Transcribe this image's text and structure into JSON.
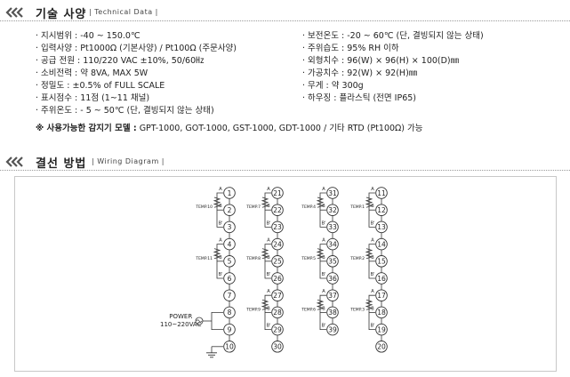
{
  "technical": {
    "title": "기술 사양",
    "subtitle": "| Technical Data |",
    "left_specs": [
      "· 지시범위 : -40 ~ 150.0℃",
      "· 입력사양 : Pt1000Ω (기본사양) / Pt100Ω (주문사양)",
      "· 공급 전원 : 110/220 VAC ±10%, 50/60㎐",
      "· 소비전력 : 약 8VA, MAX 5W",
      "· 정밀도 : ±0.5% of FULL SCALE",
      "· 표시점수 : 11점 (1~11 채널)",
      "· 주위온도 : - 5 ~ 50℃ (단, 결빙되지 않는 상태)"
    ],
    "right_specs": [
      "· 보전온도 : -20 ~ 60℃ (단, 결빙되지 않는 상태)",
      "· 주위습도 : 95% RH 이하",
      "· 외형치수 : 96(W) × 96(H) × 100(D)㎜",
      "· 가공치수 : 92(W) × 92(H)㎜",
      "· 무게 : 약 300g",
      "· 하우징 : 플라스틱 (전면 IP65)"
    ],
    "note_prefix": "※ 사용가능한 감지기 모델 :",
    "note_models": " GPT-1000, GOT-1000, GST-1000, GDT-1000 / 기타 RTD (Pt100Ω) 가능"
  },
  "wiring": {
    "title": "결선 방법",
    "subtitle": "| Wiring Diagram |",
    "power_label": "POWER\n110~220VAC",
    "sensor_labels": [
      "TEMP.10",
      "TEMP.11",
      "TEMP.7",
      "TEMP.8",
      "TEMP.9",
      "TEMP.4",
      "TEMP.5",
      "TEMP.6",
      "TEMP.1",
      "TEMP.2",
      "TEMP.3"
    ],
    "terminal_columns": [
      [
        "1",
        "2",
        "3",
        "4",
        "5",
        "6",
        "7",
        "8",
        "9",
        "10"
      ],
      [
        "21",
        "22",
        "23",
        "24",
        "25",
        "26",
        "27",
        "28",
        "29",
        "30"
      ],
      [
        "31",
        "32",
        "33",
        "34",
        "35",
        "36",
        "37",
        "38",
        "39"
      ],
      [
        "11",
        "12",
        "13",
        "14",
        "15",
        "16",
        "17",
        "18",
        "19",
        "20"
      ]
    ],
    "pin_labels": [
      "A",
      "B",
      "B'"
    ]
  },
  "colors": {
    "chevron": "#555555",
    "rule": "#9a9a9a",
    "line": "#333333"
  }
}
